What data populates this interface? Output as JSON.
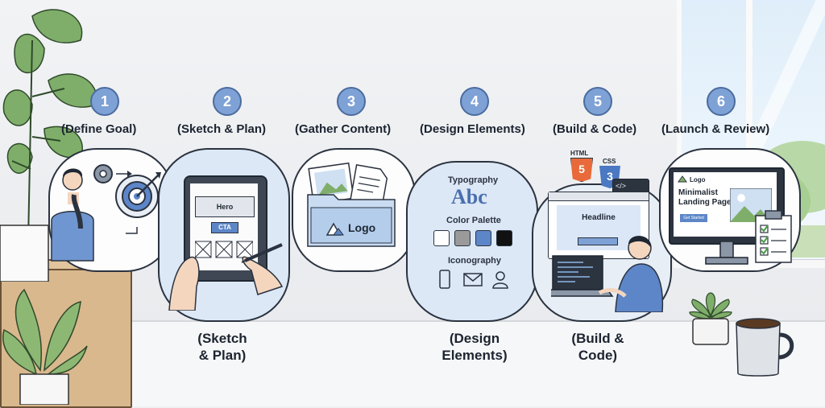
{
  "steps": [
    {
      "number": "1",
      "title": "(Define Goal)"
    },
    {
      "number": "2",
      "title": "(Sketch & Plan)"
    },
    {
      "number": "3",
      "title": "(Gather Content)"
    },
    {
      "number": "4",
      "title": "(Design Elements)"
    },
    {
      "number": "5",
      "title": "(Build & Code)"
    },
    {
      "number": "6",
      "title": "(Launch & Review)"
    }
  ],
  "sketch": {
    "hero": "Hero",
    "cta": "CTA"
  },
  "content": {
    "logo": "Logo"
  },
  "design": {
    "typography": "Typography",
    "abc": "Abc",
    "palette_label": "Color Palette",
    "palette": [
      "#ffffff",
      "#9a9a9a",
      "#5d86c8",
      "#111111"
    ],
    "iconography": "Iconography"
  },
  "build": {
    "html": "HTML",
    "css": "CSS",
    "headline": "Headline",
    "html_num": "5",
    "css_num": "3",
    "code": "</>"
  },
  "launch": {
    "logo": "Logo",
    "headline": "Minimalist\nLanding Page",
    "button": "Get Started"
  },
  "captions": [
    {
      "text": "(Sketch\n& Plan)"
    },
    {
      "text": "(Design\nElements)"
    },
    {
      "text": "(Build &\nCode)"
    }
  ]
}
